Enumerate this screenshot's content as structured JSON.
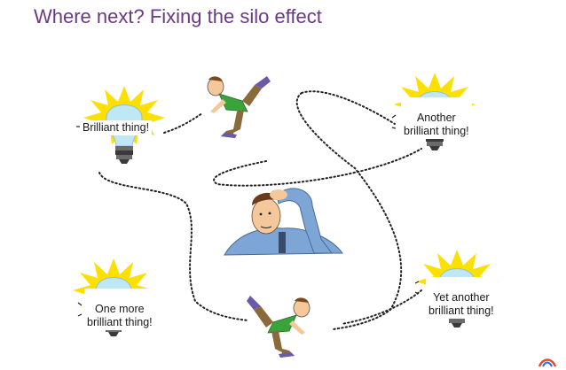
{
  "slide": {
    "title": "Where next? Fixing the silo effect"
  },
  "bulbs": [
    {
      "label": "Brilliant thing!"
    },
    {
      "label": "Another\nbrilliant thing!"
    },
    {
      "label": "One more\nbrilliant thing!"
    },
    {
      "label": "Yet another\nbrilliant thing!"
    }
  ],
  "colors": {
    "title": "#6b3a82",
    "bulb_glow": "#fde000",
    "bulb_glass": "#bfe7f5",
    "bulb_base": "#3a3a3a",
    "path_dots": "#222222",
    "shirt_green": "#3aa33a",
    "shirt_blue": "#7da6d6"
  },
  "icons": [
    "lightbulb-icon",
    "stumbling-man-icon",
    "thinking-man-icon"
  ]
}
